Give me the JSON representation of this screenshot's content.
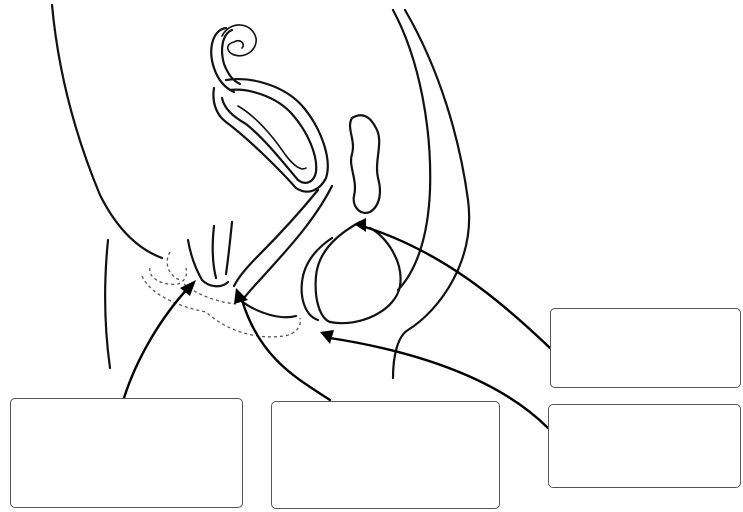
{
  "diagram": {
    "label_boxes": [
      {
        "id": "box-1",
        "text": ""
      },
      {
        "id": "box-2",
        "text": ""
      },
      {
        "id": "box-3",
        "text": ""
      },
      {
        "id": "box-4",
        "text": ""
      }
    ],
    "colors": {
      "line": "#111111",
      "box_border": "#555555",
      "background": "#ffffff"
    }
  }
}
